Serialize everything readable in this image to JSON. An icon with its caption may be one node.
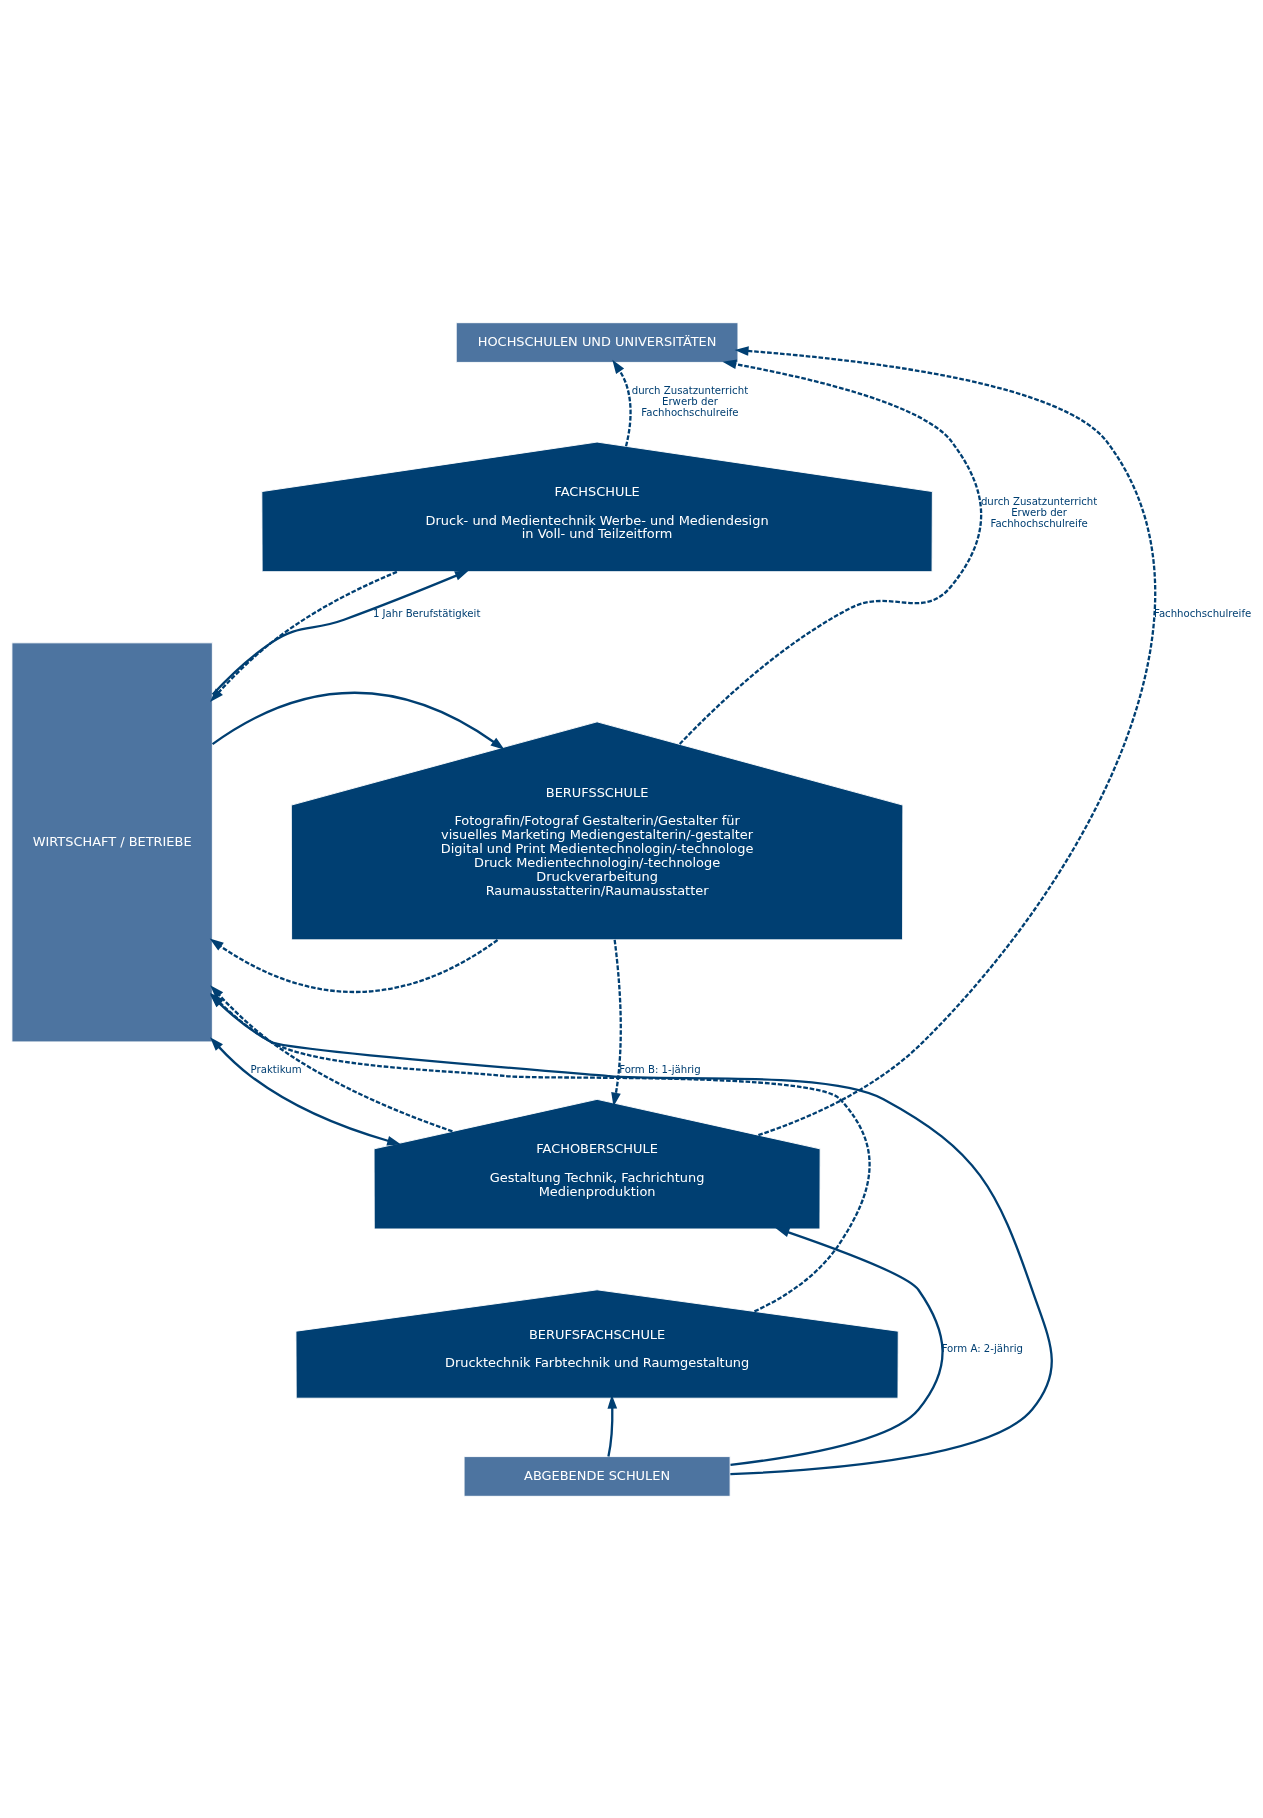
{
  "diagram": {
    "nodes": [
      {
        "text": [
          "HOCHSCHULEN UND UNIVERSITÄTEN"
        ]
      },
      {
        "text": [
          "WIRTSCHAFT / BETRIEBE"
        ]
      },
      {
        "text": [
          "FACHSCHULE",
          "Druck- und Medientechnik Werbe- und Mediendesign in Voll- und Teilzeitform"
        ]
      },
      {
        "text": [
          "BERUFSSCHULE",
          "Fotografin/Fotograf Gestalterin/Gestalter für visuelles Marketing Mediengestalterin/-gestalter Digital und Print Medientechnologin/-technologe Druck Medientechnologin/-technologe Druckverarbeitung Raumausstatterin/Raumausstatter"
        ]
      },
      {
        "text": [
          "FACHOBERSCHULE",
          "Gestaltung Technik, Fachrichtung Medienproduktion"
        ]
      },
      {
        "text": [
          "BERUFSFACHSCHULE",
          "Drucktechnik Farbtechnik und Raumgestaltung"
        ]
      },
      {
        "text": [
          "ABGEBENDE SCHULEN"
        ]
      }
    ],
    "edges": [
      {
        "from": 2,
        "to": 1,
        "arrow": "to",
        "style": "dashed"
      },
      {
        "from": 1,
        "to": 2,
        "arrow": "to",
        "label": "1 Jahr Berufstätigkeit"
      },
      {
        "from": 2,
        "to": 0,
        "arrow": "to",
        "style": "dashed",
        "label": "durch Zusatzunterricht Erwerb der Fachhochschulreife"
      },
      {
        "from": 3,
        "to": 1,
        "arrow": "to",
        "style": "dashed"
      },
      {
        "from": 1,
        "to": 3,
        "arrow": "to"
      },
      {
        "from": 3,
        "to": 0,
        "arrow": "to",
        "style": "dashed",
        "label": "durch Zusatzunterricht Erwerb der Fachhochschulreife"
      },
      {
        "from": 3,
        "to": 4,
        "arrow": "to",
        "style": "dashed",
        "label": "Form B: 1-jährig"
      },
      {
        "from": 4,
        "to": 1,
        "arrow": "to",
        "style": "dashed"
      },
      {
        "from": 1,
        "to": 4,
        "arrow": "both",
        "label": "Praktikum"
      },
      {
        "from": 4,
        "to": 0,
        "arrow": "to",
        "style": "dashed",
        "label": "Fachhochschulreife"
      },
      {
        "from": 5,
        "to": 1,
        "arrow": "to",
        "style": "dashed"
      },
      {
        "from": 6,
        "to": 1,
        "arrow": "to"
      },
      {
        "from": 6,
        "to": 5,
        "arrow": "to"
      },
      {
        "from": 6,
        "to": 4,
        "arrow": "to",
        "label": "Form A: 2-jährig"
      }
    ]
  }
}
